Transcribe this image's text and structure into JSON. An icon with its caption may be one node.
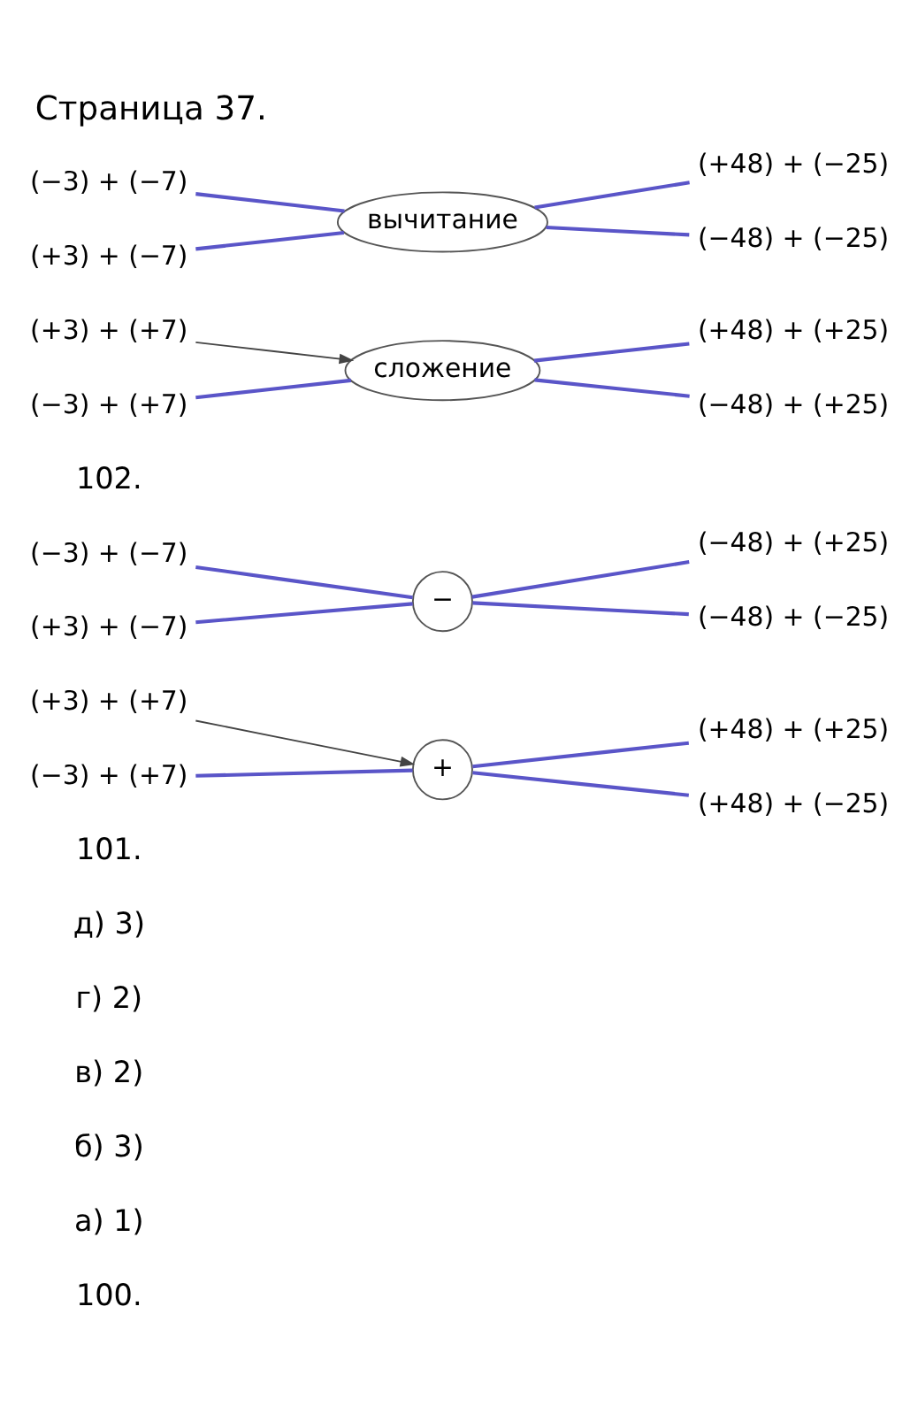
{
  "diagram": {
    "title": "Страница 37.",
    "nodes": [
      {
        "text": [
          "(+3) + (+7)"
        ]
      },
      {
        "text": [
          "(−3) + (−7)"
        ]
      },
      {
        "text": [
          "(−3) + (+7)"
        ]
      },
      {
        "text": [
          "(+3) + (−7)"
        ]
      },
      {
        "text": [
          "+"
        ]
      },
      {
        "text": [
          "−"
        ]
      },
      {
        "text": [
          "(+48) + (+25)"
        ]
      },
      {
        "text": [
          "(−48) + (+25)"
        ]
      },
      {
        "text": [
          "(+48) + (−25)"
        ]
      },
      {
        "text": [
          "(−48) + (−25)"
        ]
      },
      {
        "text": [
          "(+3) + (+7)"
        ]
      },
      {
        "text": [
          "(−3) + (−7)"
        ]
      },
      {
        "text": [
          "(−3) + (+7)"
        ]
      },
      {
        "text": [
          "(+3) + (−7)"
        ]
      },
      {
        "text": [
          "сложение"
        ]
      },
      {
        "text": [
          "вычитание"
        ]
      },
      {
        "text": [
          "(+48) + (+25)"
        ]
      },
      {
        "text": [
          "(−48) + (+25)"
        ]
      },
      {
        "text": [
          "(+48) + (−25)"
        ]
      },
      {
        "text": [
          "(−48) + (−25)"
        ]
      }
    ],
    "edges": [
      {
        "from": 0,
        "to": 4,
        "arrow": "to",
        "color": "#444444"
      },
      {
        "from": 1,
        "to": 5,
        "arrow": "none"
      },
      {
        "from": 2,
        "to": 4,
        "arrow": "none"
      },
      {
        "from": 3,
        "to": 5,
        "arrow": "none"
      },
      {
        "from": 4,
        "to": 6,
        "arrow": "none"
      },
      {
        "from": 4,
        "to": 8,
        "arrow": "none"
      },
      {
        "from": 5,
        "to": 7,
        "arrow": "none"
      },
      {
        "from": 5,
        "to": 9,
        "arrow": "none"
      },
      {
        "from": 10,
        "to": 14,
        "arrow": "to",
        "color": "#444444"
      },
      {
        "from": 11,
        "to": 15,
        "arrow": "none"
      },
      {
        "from": 12,
        "to": 14,
        "arrow": "none"
      },
      {
        "from": 13,
        "to": 15,
        "arrow": "none"
      },
      {
        "from": 14,
        "to": 16,
        "arrow": "none"
      },
      {
        "from": 14,
        "to": 17,
        "arrow": "none"
      },
      {
        "from": 15,
        "to": 18,
        "arrow": "none"
      },
      {
        "from": 15,
        "to": 19,
        "arrow": "none"
      }
    ],
    "labels": [
      "100.",
      "а) 1)",
      "б) 3)",
      "в) 2)",
      "г) 2)",
      "д) 3)",
      "101.",
      "102."
    ]
  }
}
